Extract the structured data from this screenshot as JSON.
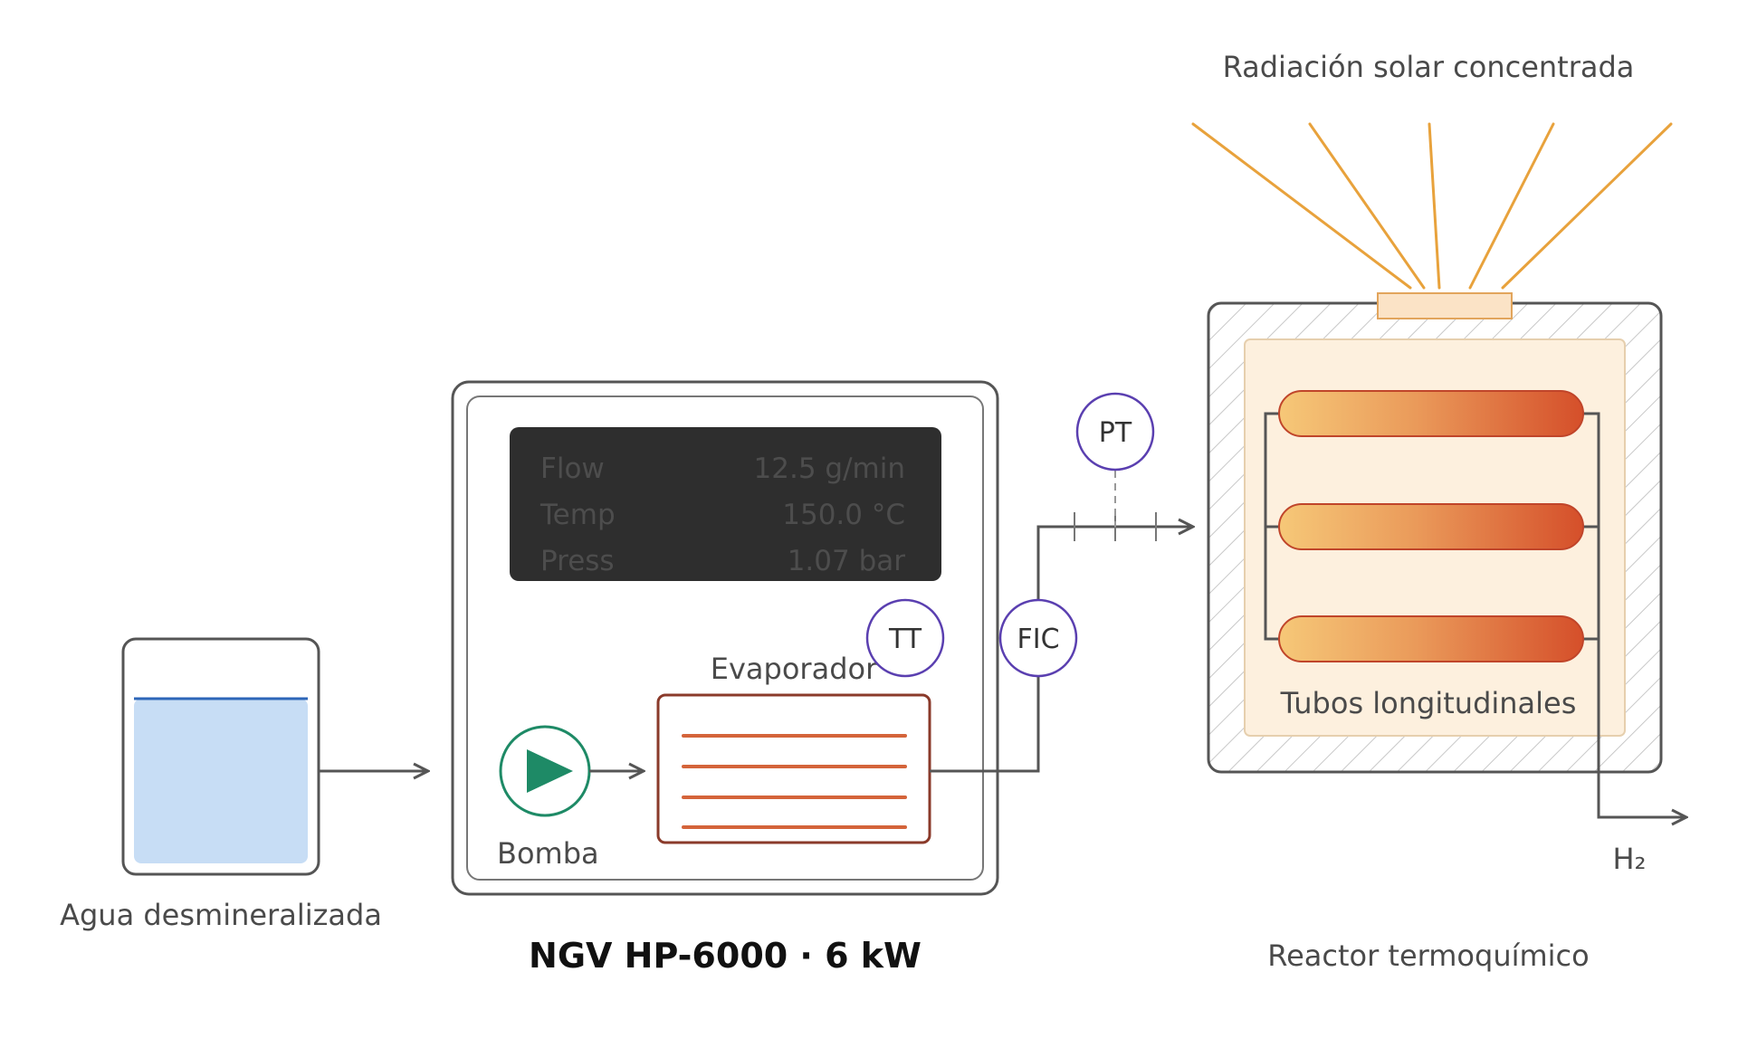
{
  "labels": {
    "solar": "Radiación solar concentrada",
    "tank": "Agua desmineralizada",
    "unit_model": "NGV HP-6000 · 6 kW",
    "pump": "Bomba",
    "evaporator": "Evaporador",
    "reactor": "Reactor termoquímico",
    "tubes": "Tubos longitudinales",
    "output": "H₂"
  },
  "instruments": {
    "tt": "TT",
    "fic": "FIC",
    "pt": "PT"
  },
  "display": {
    "rows": [
      {
        "label": "Flow",
        "value": "12.5 g/min"
      },
      {
        "label": "Temp",
        "value": "150.0 °C"
      },
      {
        "label": "Press",
        "value": "1.07 bar"
      }
    ]
  },
  "colors": {
    "line": "#555555",
    "instrument_ring": "#5a3fb0",
    "pump": "#1e8a66",
    "evaporator": "#8a3a2a",
    "evaporator_coil": "#d4643a",
    "ray": "#e8a23c",
    "tank_water": "#c7ddf5",
    "tank_level": "#2d66b8",
    "tube_start": "#f5c070",
    "tube_end": "#d9532e",
    "display_bg": "#2e2e2e"
  }
}
